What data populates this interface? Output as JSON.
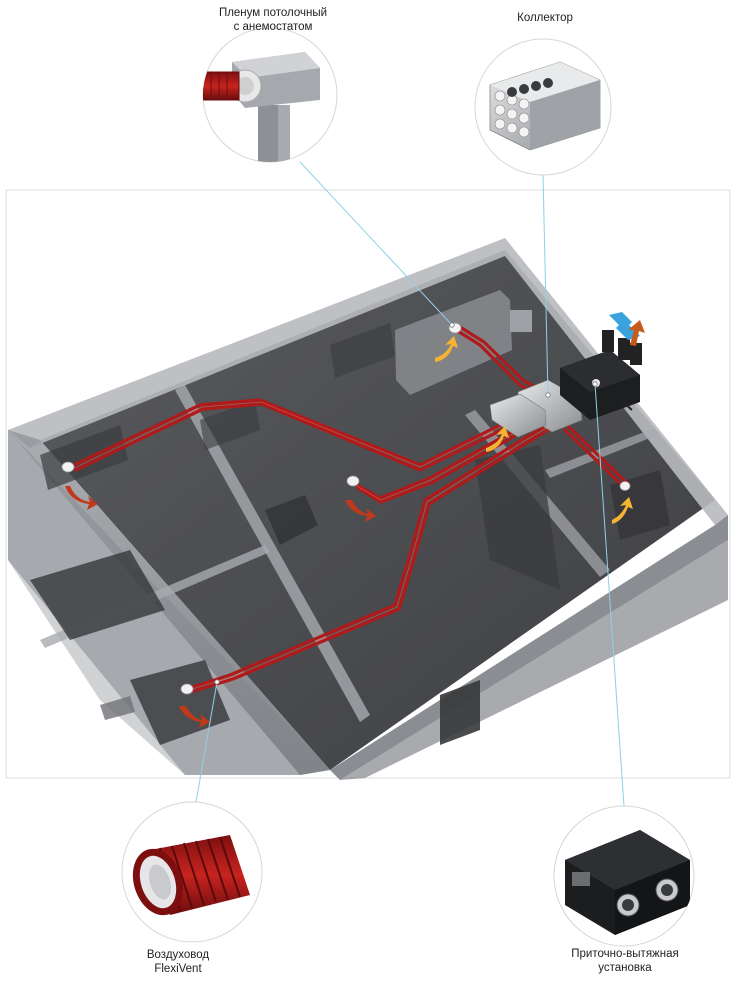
{
  "callouts": {
    "plenum": {
      "line1": "Пленум потолочный",
      "line2": "с анемостатом",
      "icon": "ceiling-plenum-diffuser-icon"
    },
    "collector": {
      "line1": "Коллектор",
      "icon": "collector-box-icon"
    },
    "duct": {
      "line1": "Воздуховод",
      "line2": "FlexiVent",
      "icon": "flexible-duct-icon"
    },
    "unit": {
      "line1": "Приточно-вытяжная",
      "line2": "установка",
      "icon": "ventilation-unit-icon"
    }
  },
  "colors": {
    "duct_red": "#b01a1a",
    "warm_arrow": "#f5b533",
    "exhaust_arrow": "#c0391b",
    "intake_arrow": "#3aa3de",
    "outlet_arrow": "#c65a1d",
    "floor": "#4d4d4f",
    "wall": "#8f9296"
  }
}
